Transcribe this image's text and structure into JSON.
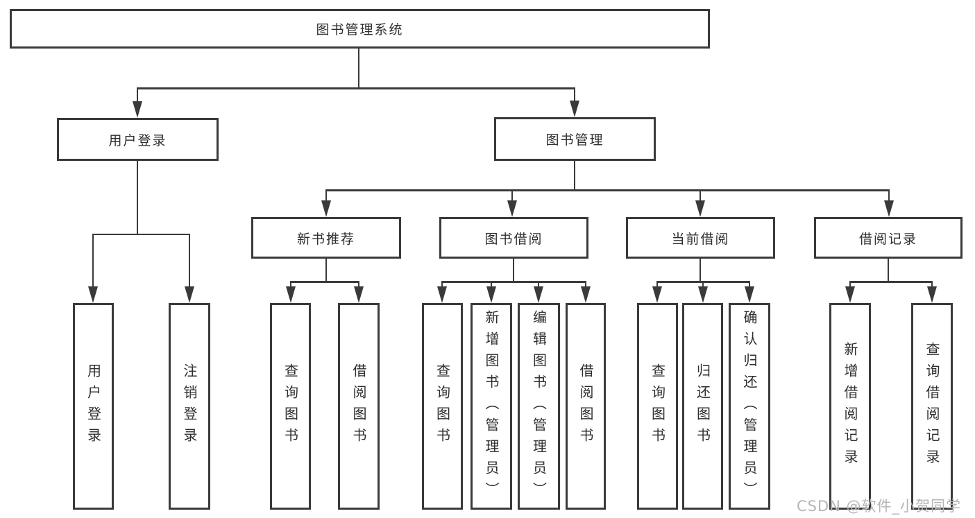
{
  "diagram": {
    "root": {
      "label": "图书管理系统"
    },
    "level2": [
      {
        "label": "用户登录"
      },
      {
        "label": "图书管理"
      }
    ],
    "level3": [
      {
        "label": "新书推荐"
      },
      {
        "label": "图书借阅"
      },
      {
        "label": "当前借阅"
      },
      {
        "label": "借阅记录"
      }
    ],
    "leaves": {
      "user_login": [
        "用户登录",
        "注销登录"
      ],
      "new_book": [
        "查询图书",
        "借阅图书"
      ],
      "book_borrow": [
        "查询图书",
        "新增图书（管理员）",
        "编辑图书（管理员）",
        "借阅图书"
      ],
      "current_borrow": [
        "查询图书",
        "归还图书",
        "确认归还（管理员）"
      ],
      "borrow_record": [
        "新增借阅记录",
        "查询借阅记录"
      ]
    }
  },
  "watermark": {
    "text": "CSDN @软件_小贺同学"
  },
  "colors": {
    "line": "#3a3a3a",
    "node_border": "#3a3a3a",
    "node_fill": "#ffffff",
    "text": "#2e2e2e",
    "watermark": "#b5b5b5",
    "background": "#ffffff"
  }
}
